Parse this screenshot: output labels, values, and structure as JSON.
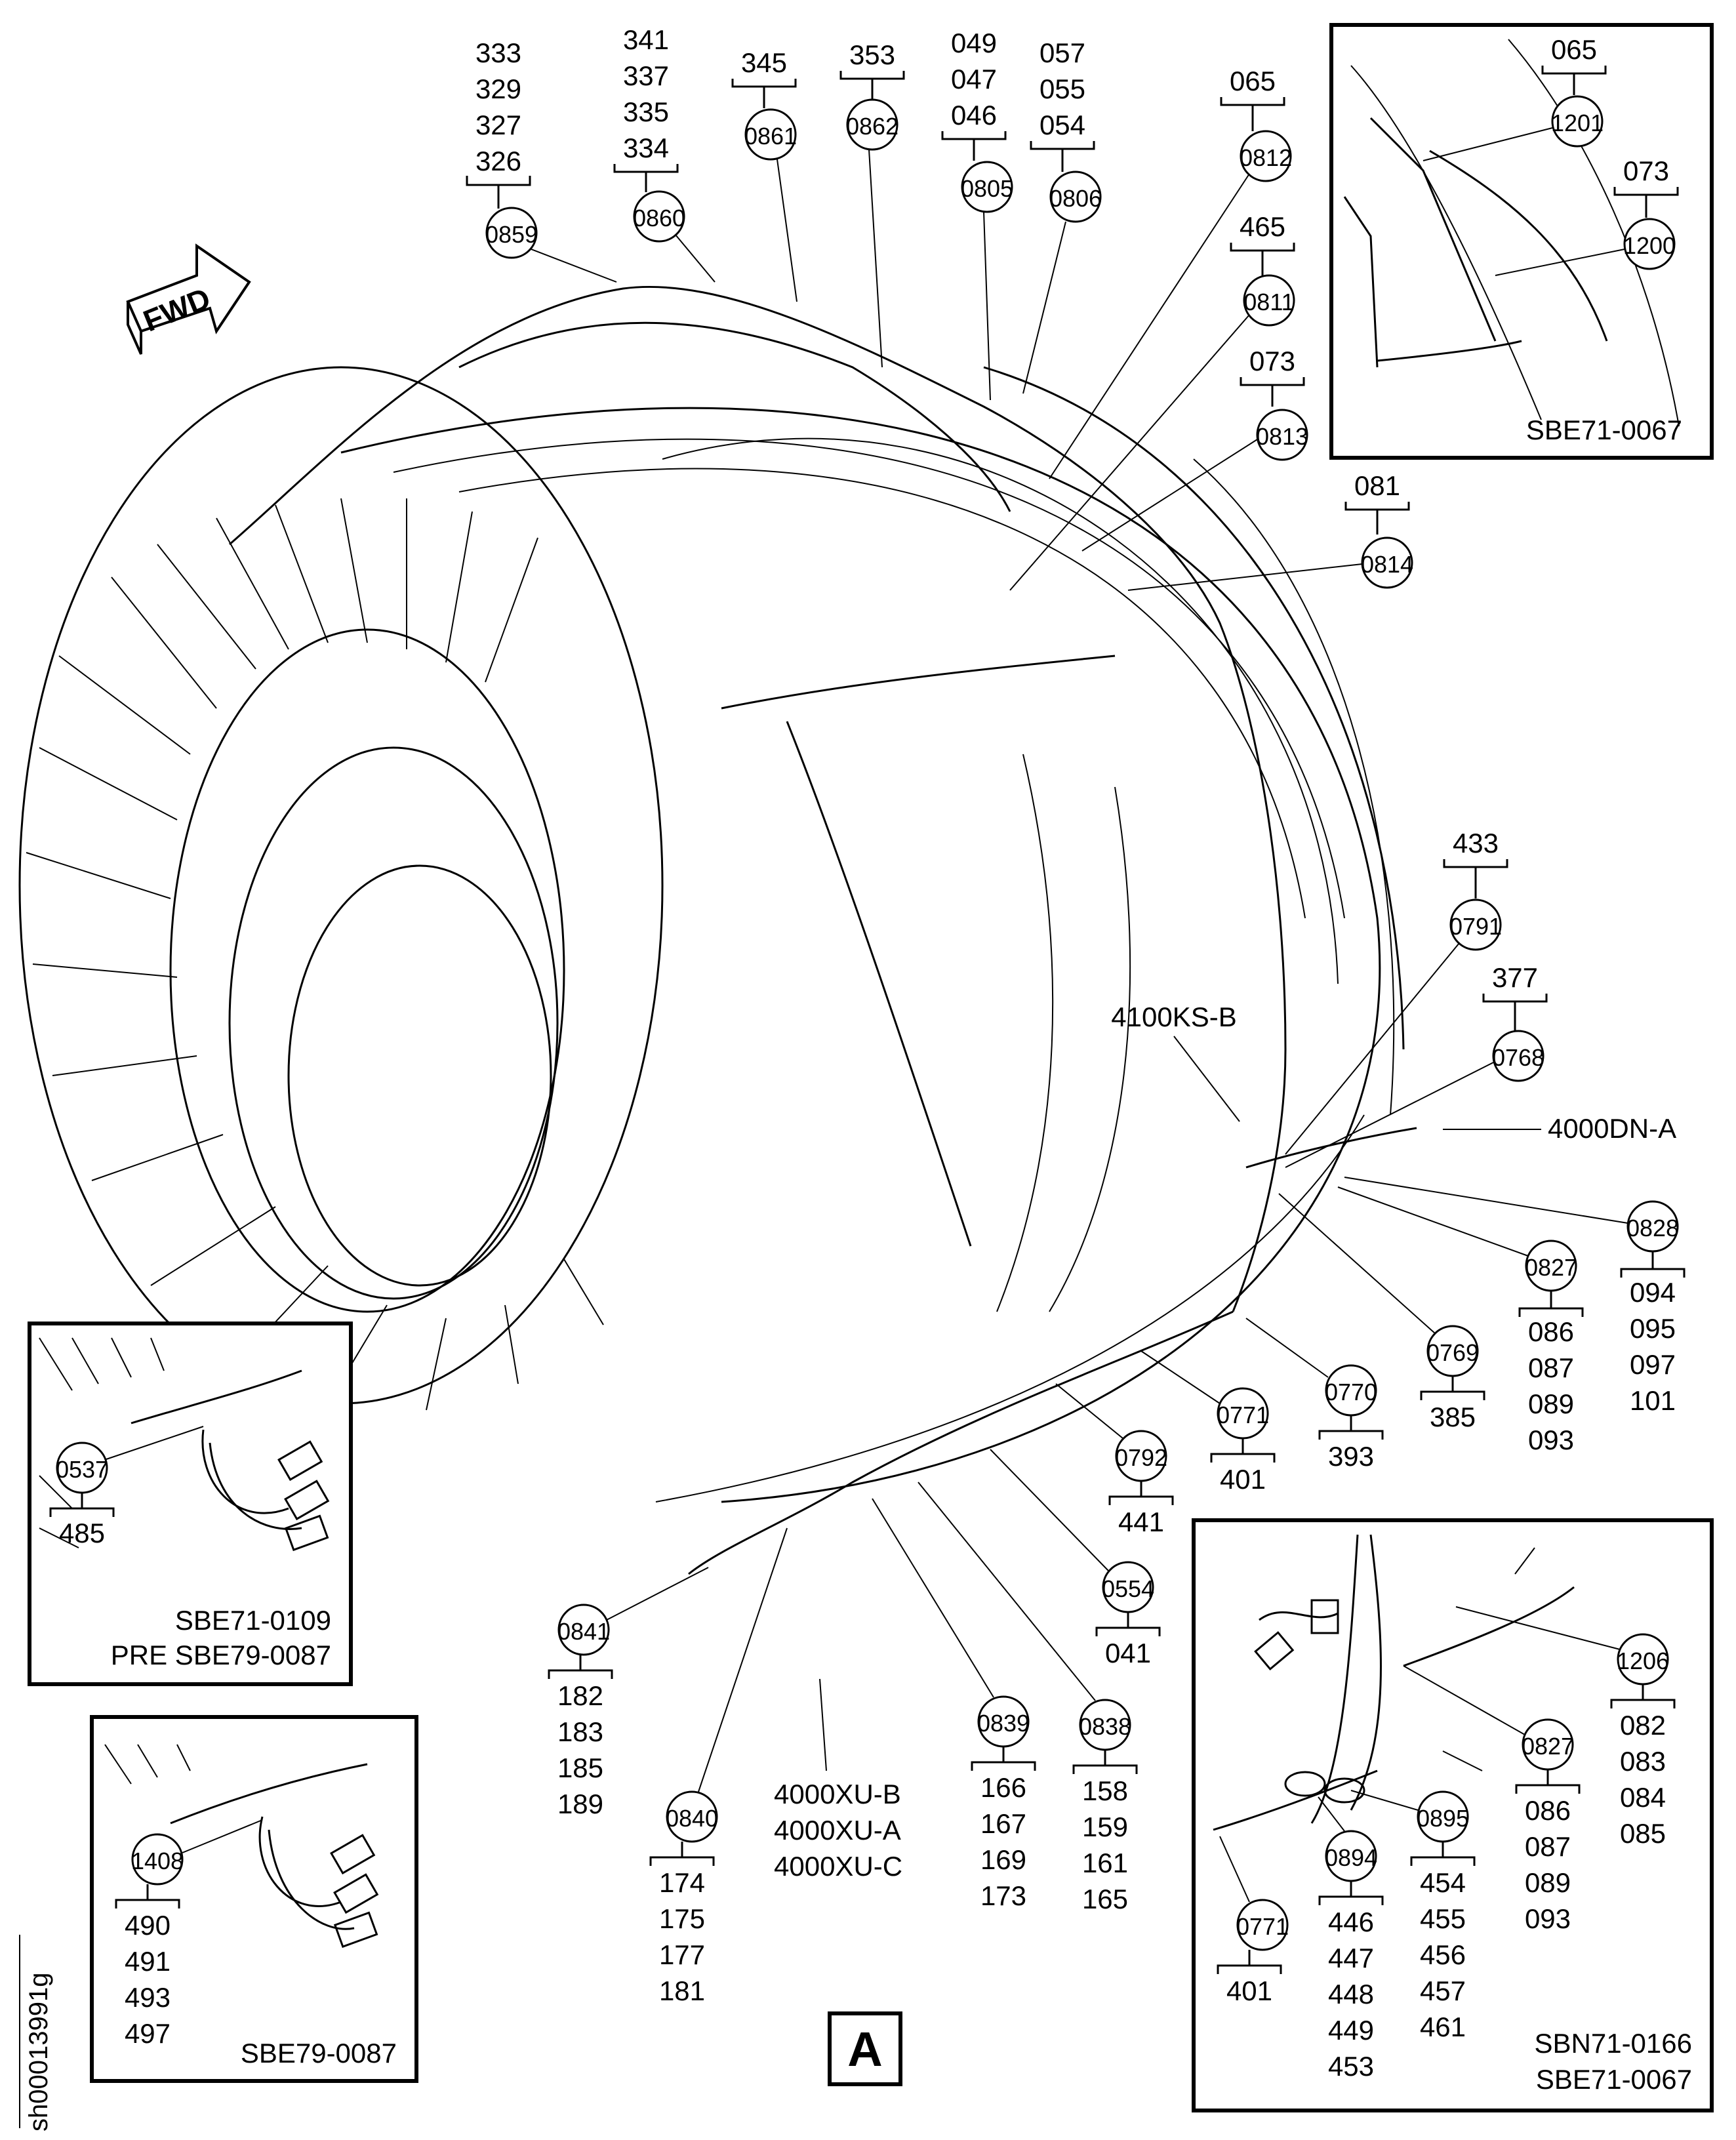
{
  "callouts": [
    {
      "id": "0859",
      "items": [
        "333",
        "329",
        "327",
        "326"
      ]
    },
    {
      "id": "0860",
      "items": [
        "341",
        "337",
        "335",
        "334"
      ]
    },
    {
      "id": "0861",
      "items": [
        "345"
      ]
    },
    {
      "id": "0862",
      "items": [
        "353"
      ]
    },
    {
      "id": "0805",
      "items": [
        "049",
        "047",
        "046"
      ]
    },
    {
      "id": "0806",
      "items": [
        "057",
        "055",
        "054"
      ]
    },
    {
      "id": "0812",
      "items": [
        "065"
      ]
    },
    {
      "id": "0811",
      "items": [
        "465"
      ]
    },
    {
      "id": "0813",
      "items": [
        "073"
      ]
    },
    {
      "id": "0814",
      "items": [
        "081"
      ]
    },
    {
      "id": "0791",
      "items": [
        "433"
      ]
    },
    {
      "id": "0768",
      "items": [
        "377"
      ]
    },
    {
      "id": "0828",
      "items": [
        "094",
        "095",
        "097",
        "101"
      ]
    },
    {
      "id": "0827",
      "items": [
        "086",
        "087",
        "089",
        "093"
      ]
    },
    {
      "id": "0769",
      "items": [
        "385"
      ]
    },
    {
      "id": "0770",
      "items": [
        "393"
      ]
    },
    {
      "id": "0771",
      "items": [
        "401"
      ]
    },
    {
      "id": "0792",
      "items": [
        "441"
      ]
    },
    {
      "id": "0554",
      "items": [
        "041"
      ]
    },
    {
      "id": "0838",
      "items": [
        "158",
        "159",
        "161",
        "165"
      ]
    },
    {
      "id": "0839",
      "items": [
        "166",
        "167",
        "169",
        "173"
      ]
    },
    {
      "id": "0840",
      "items": [
        "174",
        "175",
        "177",
        "181"
      ]
    },
    {
      "id": "0841",
      "items": [
        "182",
        "183",
        "185",
        "189"
      ]
    }
  ],
  "text_labels": {
    "fwd": "FWD",
    "4100KS-B": "4100KS-B",
    "4000DN-A": "4000DN-A",
    "4000XU": [
      "4000XU-B",
      "4000XU-A",
      "4000XU-C"
    ],
    "view": "A",
    "sheet_id": "sh00013991g"
  },
  "insets": {
    "top_right": {
      "note": "SBE71-0067",
      "callouts": [
        {
          "id": "1201",
          "items": [
            "065"
          ]
        },
        {
          "id": "1200",
          "items": [
            "073"
          ]
        }
      ]
    },
    "left_mid": {
      "note_lines": [
        "SBE71-0109",
        "PRE SBE79-0087"
      ],
      "callouts": [
        {
          "id": "0537",
          "items": [
            "485"
          ]
        }
      ]
    },
    "left_bottom": {
      "note": "SBE79-0087",
      "callouts": [
        {
          "id": "1408",
          "items": [
            "490",
            "491",
            "493",
            "497"
          ]
        }
      ]
    },
    "bottom_right": {
      "note_lines": [
        "SBN71-0166",
        "SBE71-0067"
      ],
      "callouts": [
        {
          "id": "1206",
          "items": [
            "082",
            "083",
            "084",
            "085"
          ]
        },
        {
          "id": "0827",
          "items": [
            "086",
            "087",
            "089",
            "093"
          ]
        },
        {
          "id": "0895",
          "items": [
            "454",
            "455",
            "456",
            "457",
            "461"
          ]
        },
        {
          "id": "0894",
          "items": [
            "446",
            "447",
            "448",
            "449",
            "453"
          ]
        },
        {
          "id": "0771",
          "items": [
            "401"
          ]
        }
      ]
    }
  }
}
